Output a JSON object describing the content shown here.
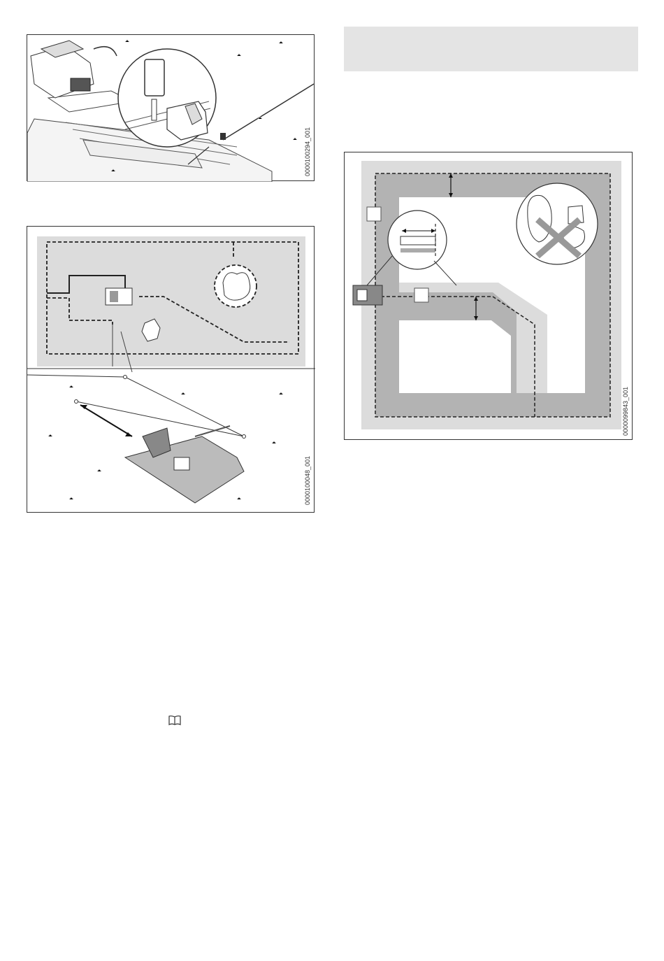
{
  "figures": {
    "fig1": {
      "code": "0000100294_001",
      "label": ""
    },
    "fig2": {
      "code": "0000100048_001",
      "label": ""
    },
    "fig3": {
      "code": "0000099843_001",
      "label": ""
    }
  },
  "icons": {
    "section_header": "gray-header-bar",
    "manual_reference": "book-icon"
  },
  "colors": {
    "area_light": "#dcdcdc",
    "area_dark": "#b3b3b3",
    "line": "#222222",
    "header_bar": "#e4e4e4"
  }
}
